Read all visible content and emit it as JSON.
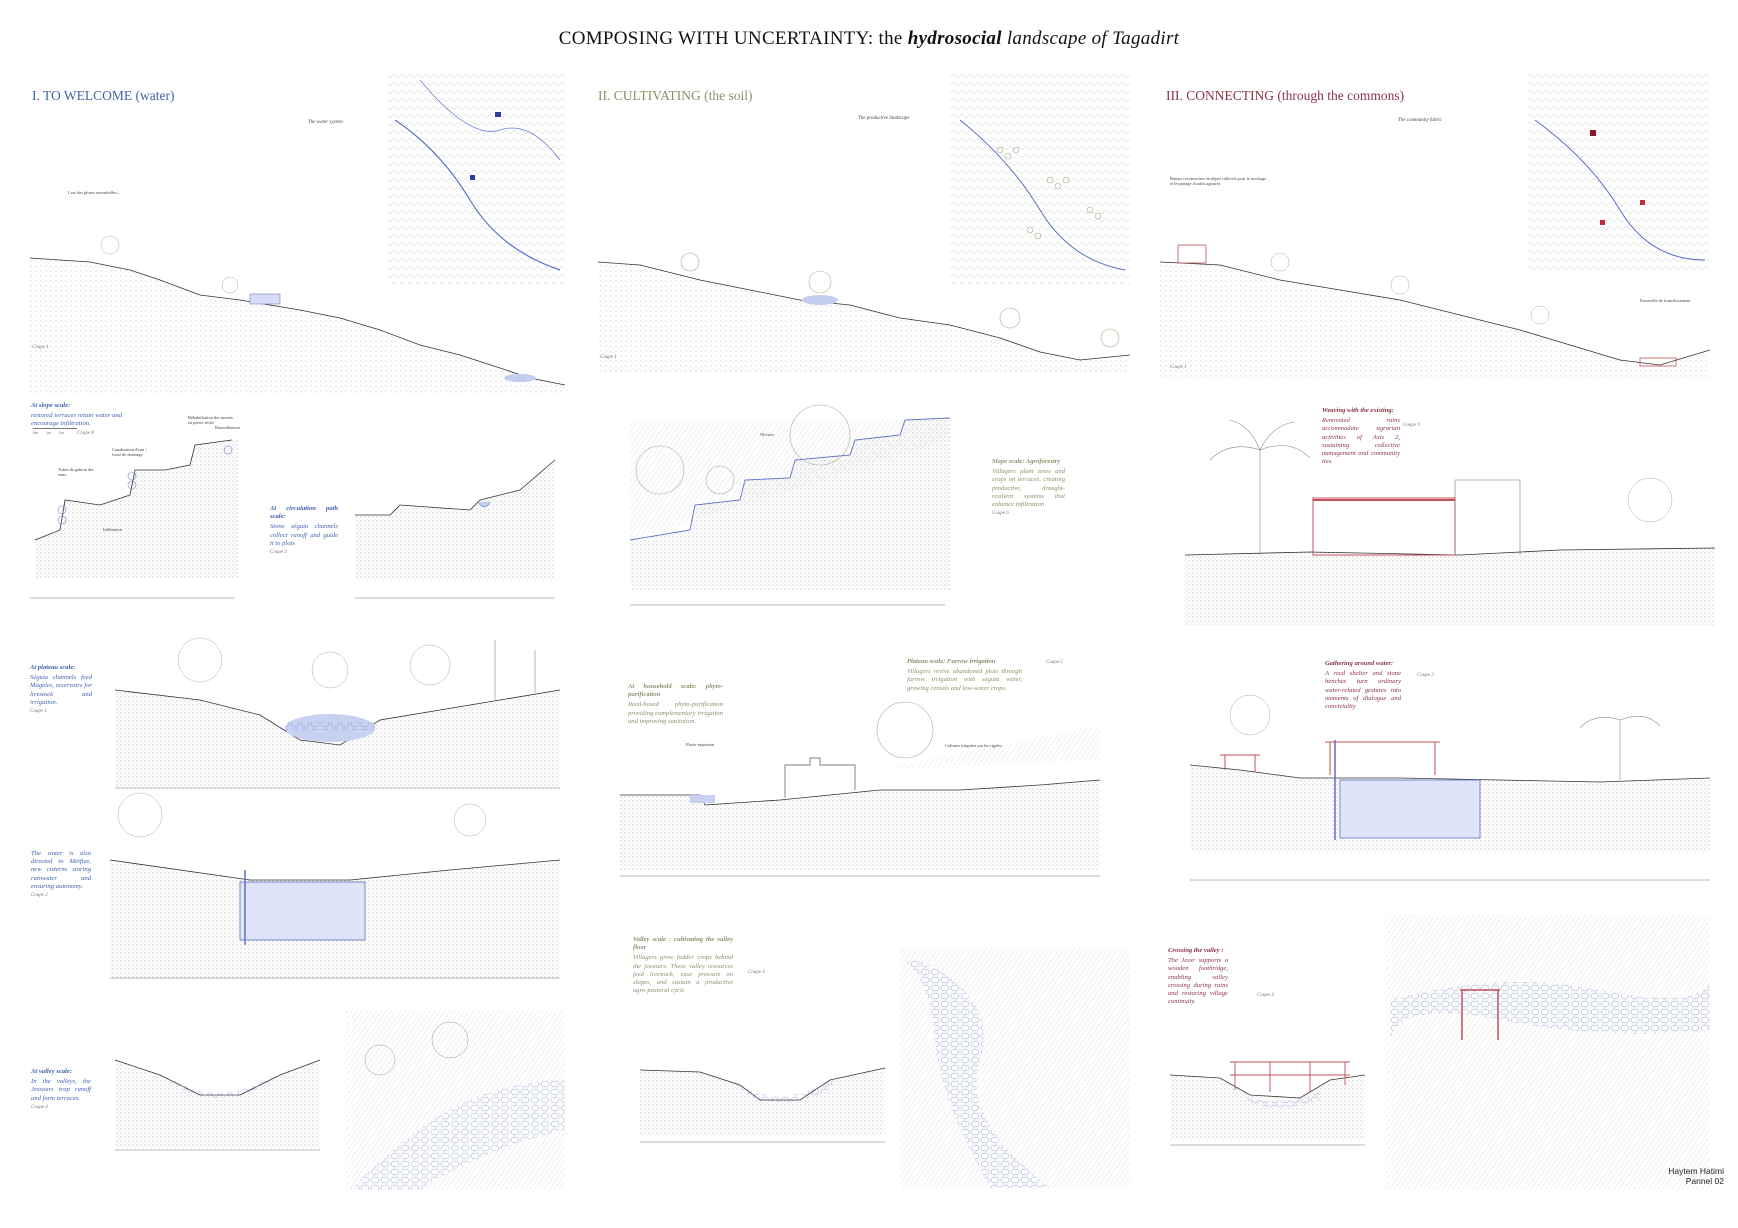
{
  "title": {
    "part1": "COMPOSING WITH ",
    "part2": "UNCERTAINTY",
    "part3": ": the ",
    "part4": "hydrosocial",
    "part5": " landscape of Tagadirt"
  },
  "columns": [
    {
      "heading": "I. TO WELCOME (water)",
      "color": "#3d62ad"
    },
    {
      "heading": "II. CULTIVATING (the soil)",
      "color": "#8f8f6a"
    },
    {
      "heading": "III. CONNECTING (through the commons)",
      "color": "#8a3343"
    }
  ],
  "scale_labels": [
    "0m",
    "1m",
    "2m"
  ],
  "welcome": {
    "map_legend_title": "The water system",
    "intro_note": "Lors des pluies torrentielles...",
    "big_section_coupe": "Coupe 1",
    "slope": {
      "heading": "At slope scale:",
      "text": "restored terraces retain water and encourage infiltration.",
      "coupe": "Coupe 8"
    },
    "circulation": {
      "heading": "At circulation path scale:",
      "text": "Stone séguia channels collect runoff and guide it to plots",
      "coupe": "Coupe 3"
    },
    "plateau": {
      "heading": "At plateau scale:",
      "text": "Séguia channels feed Mageles, reservoirs for livestock and irrigation.",
      "coupe": "Coupe 1"
    },
    "metfias": {
      "text": "The water is also directed to Metfias, new cisterns storing rainwater and ensuring autonomy.",
      "coupe": "Coupe 2"
    },
    "valley": {
      "heading": "At valley scale:",
      "text": "In the valleys, the Jessours trap runoff and form terraces.",
      "coupe": "Coupe 4"
    },
    "annotations": [
      "Tubes de gabion des eaux",
      "Canalisation d'eau / fossé de drainage",
      "Réhabilitation des murets en pierre sèche",
      "Infiltration",
      "Ruissellement"
    ]
  },
  "cultivating": {
    "map_legend_title": "The productive landscape",
    "big_section_coupe": "Coupe 1",
    "slope": {
      "heading": "Slope scale: Agroforestry",
      "text": "Villagers plant trees and crops on terraces, creating productive, drought-resilient systems that enhance infiltration",
      "coupe": "Coupe 6"
    },
    "household": {
      "heading": "At household scale: phyto-purification",
      "text": "Reed-based phyto-purification providing complementary irrigation and improving sanitation."
    },
    "plateau": {
      "heading": "Plateau scale: Furrow irrigation",
      "text": "Villagers revive abandoned plots through furrow irrigation with séguia water, growing cereals and low-water crops.",
      "coupe": "Coupe 5"
    },
    "valley": {
      "heading": "Valley scale : cultivating the valley floor",
      "text": "Villagers grow fodder crops behind the jessours. These valley resources feed livestock, ease pressure on slopes, and sustain a productive agro-pastoral cycle",
      "coupe": "Coupe 4"
    },
    "annotations": [
      "Oliviers",
      "Phyto-épuration",
      "Cultures irriguées par les rigoles"
    ]
  },
  "connecting": {
    "map_legend_title": "The community fabric",
    "big_section_coupe": "Coupe 1",
    "intro_note": "Ruines reconverties en dépôt collectif pour le stockage et le partage d'outils agraires",
    "right_note": "Passerelle de franchissement",
    "weaving": {
      "heading": "Weaving with the existing:",
      "text": "Renovated ruins accommodate agrarian activities of Axis 2, sustaining collective management and community ties.",
      "coupe": "Coupe 9"
    },
    "gathering": {
      "heading": "Gathering around water:",
      "text": "A reed shelter and stone benches turn ordinary water-related gestures into moments of dialogue and conviviality",
      "coupe": "Coupe 2"
    },
    "crossing": {
      "heading": "Crossing the valley :",
      "text": "The Jessr supports a wooden footbridge, enabling valley crossing during rains and restoring village continuity.",
      "coupe": "Coupe 4"
    }
  },
  "signature": {
    "author": "Haytem Hatimi",
    "panel": "Pannel 02"
  }
}
